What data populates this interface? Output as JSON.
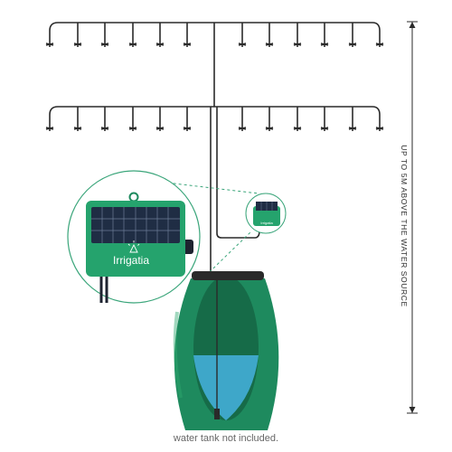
{
  "brand_name": "Irrigatia",
  "height_label": "UP TO 5M ABOVE THE WATER SOURCE",
  "caption": "water tank not included.",
  "colors": {
    "tank_green": "#1e8a5e",
    "device_green": "#25a36d",
    "water_blue": "#3ea7c9",
    "pipe": "#2a2a2a",
    "solar_panel": "#1f2d44"
  },
  "icons": [
    "dripper-icon",
    "solar-panel-icon",
    "water-tank-icon",
    "sun-logo-icon"
  ]
}
